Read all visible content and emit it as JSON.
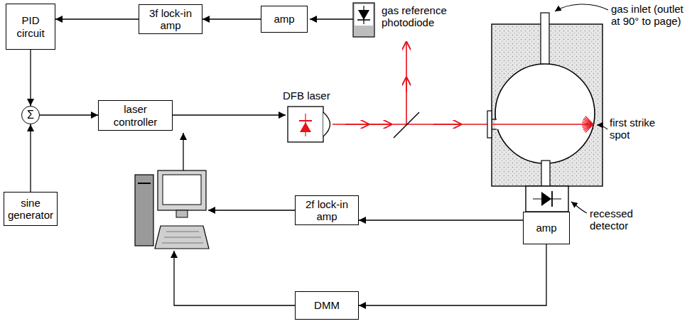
{
  "diagram": {
    "nodes": [
      {
        "text": [
          "PID circuit"
        ]
      },
      {
        "text": [
          "3f lock-in amp"
        ]
      },
      {
        "text": [
          "amp"
        ]
      },
      {
        "text": [
          "Σ"
        ]
      },
      {
        "text": [
          "laser controller"
        ]
      },
      {
        "text": [
          "sine generator"
        ]
      },
      {
        "text": [
          "2f lock-in amp"
        ]
      },
      {
        "text": [
          "amp"
        ]
      },
      {
        "text": [
          "DMM"
        ]
      }
    ],
    "edges": [
      {
        "from": 2,
        "to": 1,
        "arrow": "to"
      },
      {
        "from": 1,
        "to": 0,
        "arrow": "to"
      },
      {
        "from": 0,
        "to": 3,
        "arrow": "to"
      },
      {
        "from": 5,
        "to": 3,
        "arrow": "to"
      },
      {
        "from": 3,
        "to": 4,
        "arrow": "to"
      },
      {
        "from": 7,
        "to": 6,
        "arrow": "to"
      },
      {
        "from": 7,
        "to": 8,
        "arrow": "to"
      }
    ],
    "labels": [
      "gas reference photodiode",
      "DFB laser",
      "gas inlet (outlet at 90° to page)",
      "first strike spot",
      "recessed detector"
    ]
  }
}
